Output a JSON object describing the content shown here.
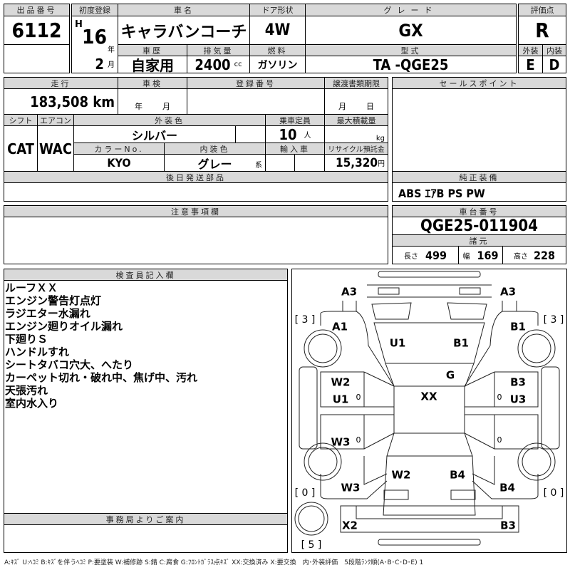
{
  "lot": {
    "label": "出品番号",
    "value": "6112"
  },
  "first_reg": {
    "label": "初度登録",
    "era": "H",
    "year": "16",
    "year_unit": "年",
    "month": "2",
    "month_unit": "月"
  },
  "car_name": {
    "label": "車名",
    "value": "キャラバンコーチ"
  },
  "door": {
    "label": "ドア形状",
    "value": "4W"
  },
  "grade": {
    "label": "グレード",
    "value": "GX"
  },
  "score": {
    "label": "評価点",
    "value": "R",
    "ext_label": "外装",
    "ext_value": "E",
    "int_label": "内装",
    "int_value": "D"
  },
  "history": {
    "label": "車歴",
    "value": "自家用"
  },
  "displacement": {
    "label": "排気量",
    "value": "2400",
    "unit": "cc"
  },
  "fuel": {
    "label": "燃料",
    "value": "ガソリン"
  },
  "model": {
    "label": "型式",
    "value": "TA -QGE25"
  },
  "mileage": {
    "label": "走行",
    "value": "183,508 km"
  },
  "inspection": {
    "label": "車検",
    "year_unit": "年",
    "month_unit": "月"
  },
  "reg_no": {
    "label": "登録番号"
  },
  "transfer": {
    "label": "譲渡書類期限",
    "month_unit": "月",
    "day_unit": "日"
  },
  "shift": {
    "label": "シフト",
    "value": "CAT"
  },
  "ac": {
    "label": "エアコン",
    "value": "WAC"
  },
  "ext_color": {
    "label": "外装色",
    "value": "シルバー"
  },
  "capacity": {
    "label": "乗車定員",
    "value": "10",
    "unit": "人"
  },
  "max_load": {
    "label": "最大積載量",
    "unit": "kg"
  },
  "color_no": {
    "label": "カラーNo.",
    "value": "KYO"
  },
  "int_color": {
    "label": "内装色",
    "value": "グレー",
    "suffix": "系"
  },
  "import": {
    "label": "輸入車"
  },
  "recycle": {
    "label": "リサイクル預託金",
    "value": "15,320",
    "unit": "円"
  },
  "later_parts": {
    "label": "後日発送部品"
  },
  "sales_point": {
    "label": "セールスポイント"
  },
  "equipment": {
    "label": "純正装備",
    "value": "ABS ｴｱB PS PW"
  },
  "caution": {
    "label": "注意事項欄"
  },
  "chassis": {
    "label": "車台番号",
    "value": "QGE25-011904"
  },
  "specs": {
    "label": "諸元",
    "length_label": "長さ",
    "length": "499",
    "width_label": "幅",
    "width": "169",
    "height_label": "高さ",
    "height": "228"
  },
  "inspector": {
    "label": "検査員記入欄",
    "lines": [
      "ルーフＸＸ",
      "エンジン警告灯点灯",
      "ラジエター水漏れ",
      "エンジン廻りオイル漏れ",
      "下廻りＳ",
      "ハンドルすれ",
      "シートタバコ穴大、へたり",
      "カーペット切れ・破れ中、焦げ中、汚れ",
      "天張汚れ",
      "室内水入り"
    ]
  },
  "office": {
    "label": "事務局よりご案内"
  },
  "diagram": {
    "marks": {
      "front_l": "A3",
      "front_r": "A3",
      "fender_fl": "A1",
      "fender_fr": "B1",
      "hood_l": "U1",
      "hood_r": "B1",
      "windshield": "G",
      "roof": "XX",
      "door_fl1": "W2",
      "door_fl2": "U1",
      "door_rl": "W3",
      "door_fr1": "B3",
      "door_fr2": "U3",
      "trunk_l": "W2",
      "trunk_r": "B4",
      "quarter_l": "W3",
      "quarter_r": "B4",
      "rear_l": "X2",
      "rear_r": "B3",
      "step_fl": "0",
      "step_rl": "0",
      "step_fr": "0",
      "step_rr": "0"
    },
    "tires": {
      "fl": "[ 3 ]",
      "fr": "[ 3 ]",
      "rl": "[ 0 ]",
      "rr": "[ 0 ]",
      "spare": "[ 5 ]"
    }
  },
  "legend": "A:ｷｽﾞ U:ﾍｺﾐ B:ｷｽﾞを伴うﾍｺﾐ P:要塗装 W:補修跡 S:錆 C:腐食 G:ﾌﾛﾝﾄｶﾞﾗｽ点ｷｽﾞ XX:交換済み X:要交換　内･外装評価　5段階ﾗﾝｸ順(A･B･C･D･E) 1"
}
